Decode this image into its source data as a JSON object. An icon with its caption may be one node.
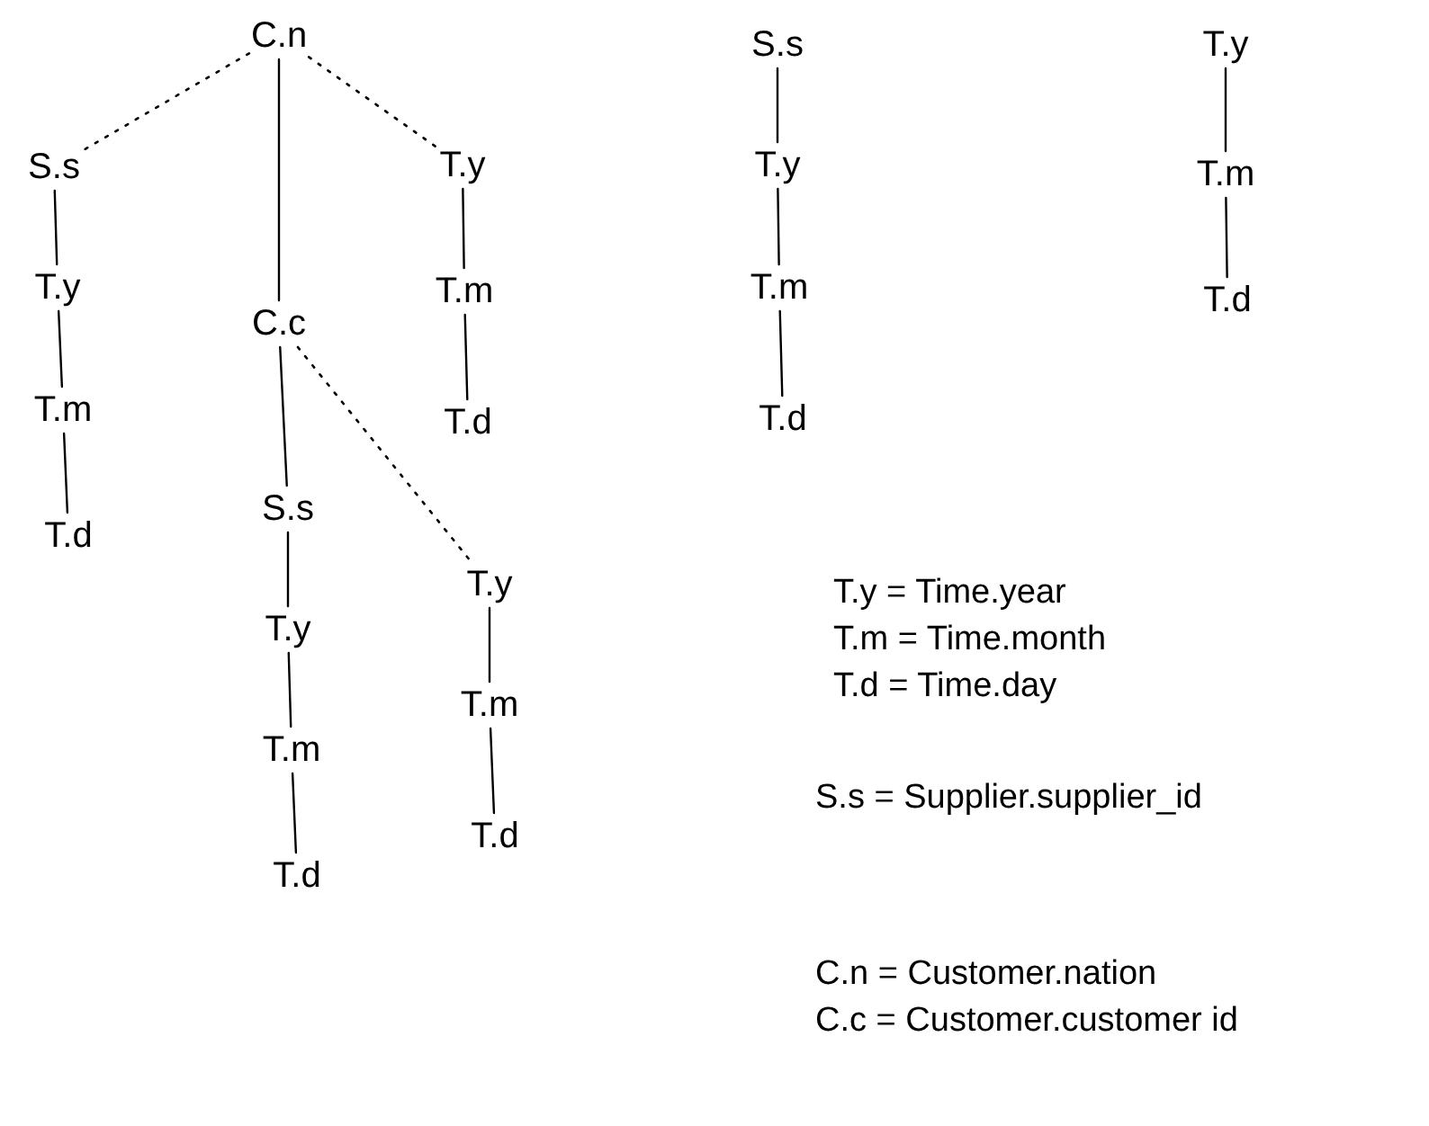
{
  "diagram": {
    "nodes": [
      {
        "text": [
          "C.n"
        ]
      },
      {
        "text": [
          "S.s"
        ]
      },
      {
        "text": [
          "T.y"
        ]
      },
      {
        "text": [
          "T.m"
        ]
      },
      {
        "text": [
          "T.d"
        ]
      },
      {
        "text": [
          "C.c"
        ]
      },
      {
        "text": [
          "T.y"
        ]
      },
      {
        "text": [
          "T.m"
        ]
      },
      {
        "text": [
          "T.d"
        ]
      },
      {
        "text": [
          "S.s"
        ]
      },
      {
        "text": [
          "T.y"
        ]
      },
      {
        "text": [
          "T.m"
        ]
      },
      {
        "text": [
          "T.d"
        ]
      },
      {
        "text": [
          "T.y"
        ]
      },
      {
        "text": [
          "T.m"
        ]
      },
      {
        "text": [
          "T.d"
        ]
      },
      {
        "text": [
          "S.s"
        ]
      },
      {
        "text": [
          "T.y"
        ]
      },
      {
        "text": [
          "T.m"
        ]
      },
      {
        "text": [
          "T.d"
        ]
      },
      {
        "text": [
          "T.y"
        ]
      },
      {
        "text": [
          "T.m"
        ]
      },
      {
        "text": [
          "T.d"
        ]
      }
    ],
    "edges": [
      {
        "from": 0,
        "to": 1,
        "arrow": "none",
        "style": "dashed"
      },
      {
        "from": 0,
        "to": 5,
        "arrow": "none"
      },
      {
        "from": 0,
        "to": 6,
        "arrow": "none",
        "style": "dashed"
      },
      {
        "from": 1,
        "to": 2,
        "arrow": "none"
      },
      {
        "from": 2,
        "to": 3,
        "arrow": "none"
      },
      {
        "from": 3,
        "to": 4,
        "arrow": "none"
      },
      {
        "from": 6,
        "to": 7,
        "arrow": "none"
      },
      {
        "from": 7,
        "to": 8,
        "arrow": "none"
      },
      {
        "from": 5,
        "to": 9,
        "arrow": "none"
      },
      {
        "from": 5,
        "to": 13,
        "arrow": "none",
        "style": "dashed"
      },
      {
        "from": 9,
        "to": 10,
        "arrow": "none"
      },
      {
        "from": 10,
        "to": 11,
        "arrow": "none"
      },
      {
        "from": 11,
        "to": 12,
        "arrow": "none"
      },
      {
        "from": 13,
        "to": 14,
        "arrow": "none"
      },
      {
        "from": 14,
        "to": 15,
        "arrow": "none"
      },
      {
        "from": 16,
        "to": 17,
        "arrow": "none"
      },
      {
        "from": 17,
        "to": 18,
        "arrow": "none"
      },
      {
        "from": 18,
        "to": 19,
        "arrow": "none"
      },
      {
        "from": 20,
        "to": 21,
        "arrow": "none"
      },
      {
        "from": 21,
        "to": 22,
        "arrow": "none"
      }
    ],
    "labels": [
      "T.y = Time.year",
      "T.m = Time.month",
      "T.d = Time.day",
      "S.s = Supplier.supplier_id",
      "C.n = Customer.nation",
      "C.c = Customer.customer id"
    ]
  }
}
